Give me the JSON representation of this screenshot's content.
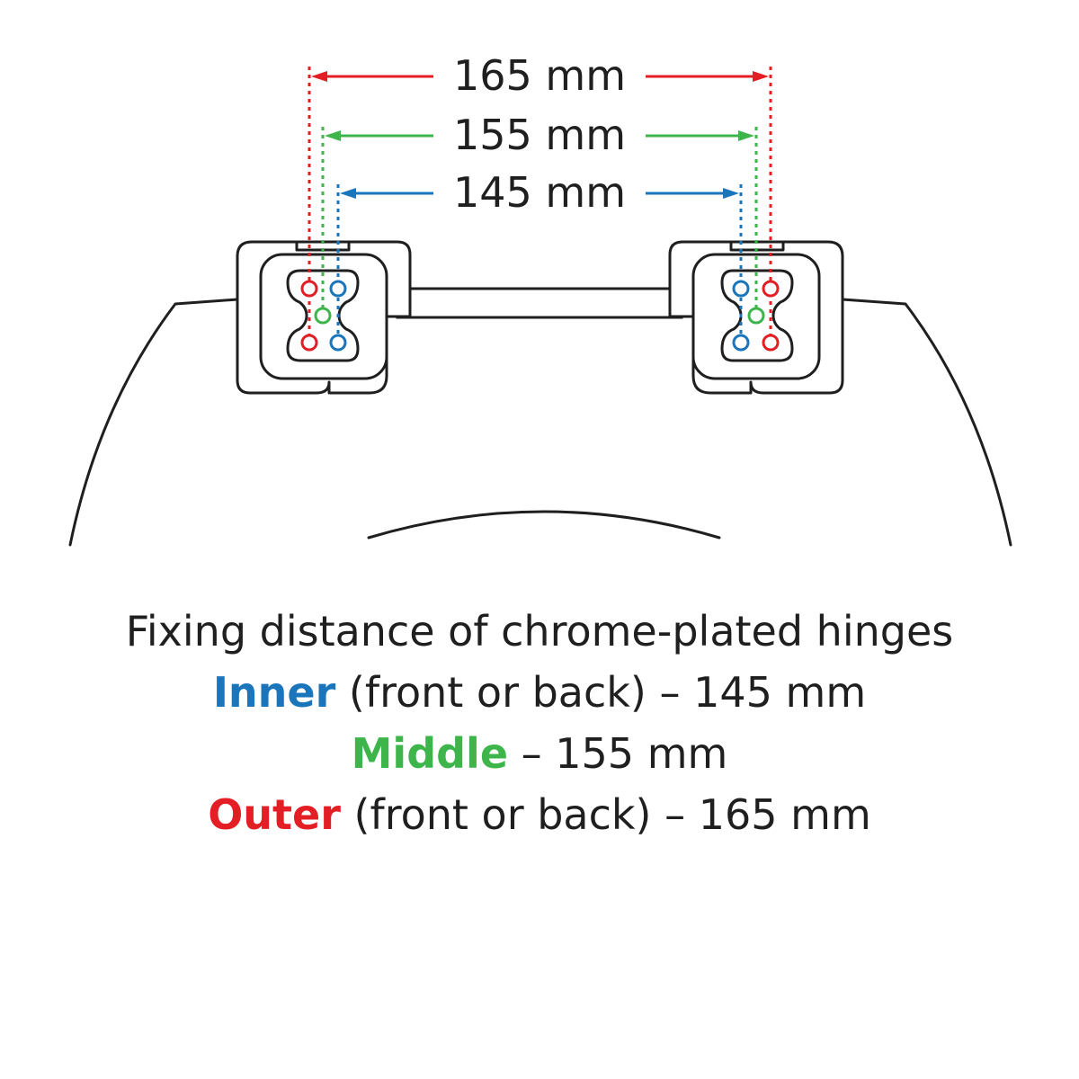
{
  "colors": {
    "outer": "#e31e24",
    "middle": "#3db54a",
    "inner": "#1a75bb",
    "outline": "#1f1f1f"
  },
  "dimensions": {
    "outer": {
      "label": "165 mm",
      "value_mm": 165
    },
    "middle": {
      "label": "155 mm",
      "value_mm": 155
    },
    "inner": {
      "label": "145 mm",
      "value_mm": 145
    }
  },
  "caption": {
    "title": "Fixing distance of chrome-plated hinges",
    "lines": [
      {
        "keyword": "Inner",
        "rest": " (front or back) – 145 mm"
      },
      {
        "keyword": "Middle",
        "rest": " – 155 mm"
      },
      {
        "keyword": "Outer",
        "rest": " (front or back) – 165 mm"
      }
    ]
  }
}
